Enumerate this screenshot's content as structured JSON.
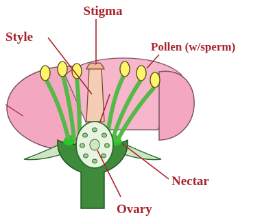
{
  "labels": {
    "stigma": "Stigma",
    "style": "Style",
    "pollen": "Pollen (w/sperm)",
    "nectar": "Nectar",
    "ovary": "Ovary"
  },
  "colors": {
    "label": "#a8242c",
    "petal": "#f3a7c0",
    "petal_outline": "#7a5060",
    "filament": "#55b947",
    "anther": "#fff46a",
    "receptacle": "#3e8b3c",
    "sepal": "#cfe6c4",
    "ovary": "#e9f4e0",
    "pistil": "#f4cdb4"
  }
}
